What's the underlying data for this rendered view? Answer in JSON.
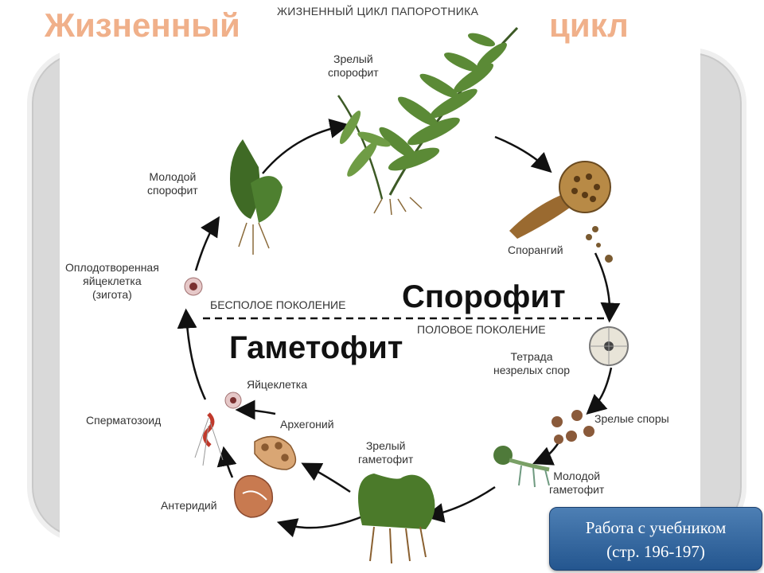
{
  "slide": {
    "title_left": "Жизненный",
    "title_right": "цикл"
  },
  "diagram": {
    "title": "ЖИЗНЕННЫЙ ЦИКЛ ПАПОРОТНИКА",
    "asexual_generation": "БЕСПОЛОЕ ПОКОЛЕНИЕ",
    "sexual_generation": "ПОЛОВОЕ ПОКОЛЕНИЕ",
    "sporophyte_label": "Спорофит",
    "gametophyte_label": "Гаметофит",
    "stages": {
      "mature_sporophyte": "Зрелый\nспорофит",
      "sporangium": "Спорангий",
      "tetrad": "Тетрада\nнезрелых спор",
      "mature_spores": "Зрелые споры",
      "young_gametophyte": "Молодой\nгаметофит",
      "mature_gametophyte": "Зрелый\nгаметофит",
      "archegonium": "Архегоний",
      "antheridium": "Антеридий",
      "egg_cell": "Яйцеклетка",
      "spermatozoid": "Сперматозоид",
      "zygote": "Оплодотворенная\nяйцеклетка\n(зигота)",
      "young_sporophyte": "Молодой\nспорофит"
    }
  },
  "button": {
    "line1": "Работа с учебником",
    "line2": "(стр. 196-197)"
  }
}
